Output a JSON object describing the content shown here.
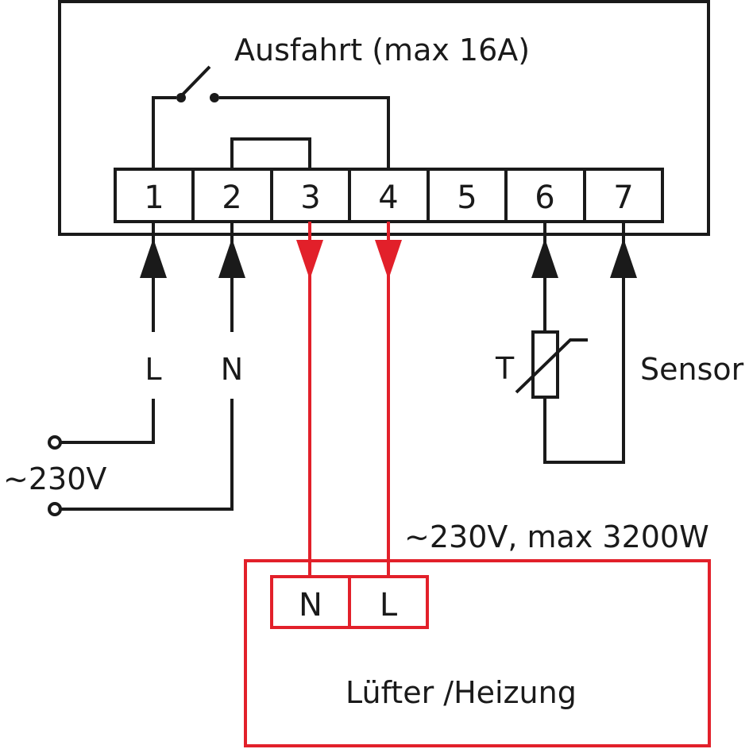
{
  "diagram": {
    "relay_title": "Ausfahrt (max 16A)",
    "terminals": [
      "1",
      "2",
      "3",
      "4",
      "5",
      "6",
      "7"
    ],
    "supply_line_label": "L",
    "supply_neutral_label": "N",
    "supply_voltage": "~230V",
    "thermistor_label": "T",
    "sensor_label": "Sensor",
    "load_rating": "~230V, max 3200W",
    "load_terminals": [
      "N",
      "L"
    ],
    "load_name": "Lüfter /Heizung",
    "colors": {
      "wire": "#1a1a1a",
      "load": "#e2202a"
    }
  }
}
